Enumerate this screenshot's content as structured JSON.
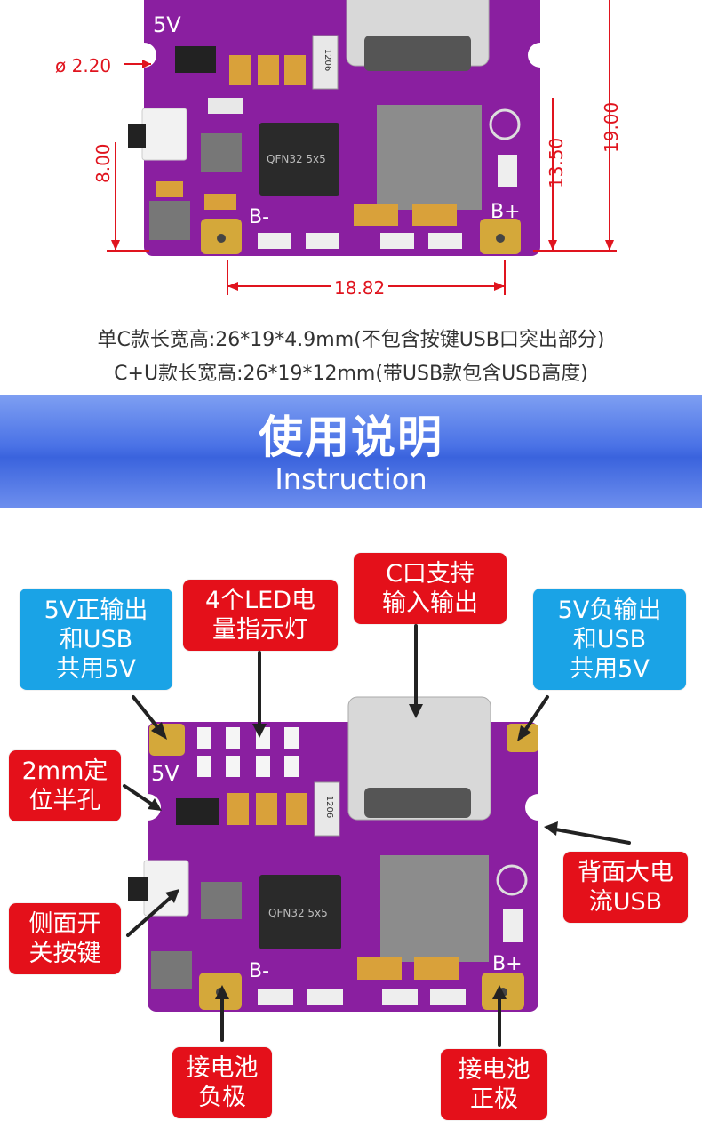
{
  "top_dimensions": {
    "pin_label_5v": "5V",
    "hole": "ø 2.20",
    "chip": "QFN32 5x5",
    "inductor_label": "1206",
    "b_minus": "B-",
    "b_plus": "B+",
    "left_height": "8.00",
    "right_height_small": "13.50",
    "right_height_large": "19.00",
    "bottom_width": "18.82"
  },
  "captions": [
    "单C款长宽高:26*19*4.9mm(不包含按键USB口突出部分)",
    "C+U款长宽高:26*19*12mm(带USB款包含USB高度)"
  ],
  "banner": {
    "title": "使用说明",
    "subtitle": "Instruction"
  },
  "bottom_board": {
    "pin_label_5v": "5V",
    "chip": "QFN32 5x5",
    "inductor_label": "1206",
    "b_minus": "B-",
    "b_plus": "B+"
  },
  "callouts": {
    "pos_5v": [
      "5V正输出",
      "和USB",
      "共用5V"
    ],
    "led": [
      "4个LED电",
      "量指示灯"
    ],
    "typec": [
      "C口支持",
      "输入输出"
    ],
    "neg_5v": [
      "5V负输出",
      "和USB",
      "共用5V"
    ],
    "hole": [
      "2mm定",
      "位半孔"
    ],
    "back": [
      "背面大电",
      "流USB"
    ],
    "switch": [
      "侧面开",
      "关按键"
    ],
    "bat_neg": [
      "接电池",
      "负极"
    ],
    "bat_pos": [
      "接电池",
      "正极"
    ]
  },
  "colors": {
    "pcb": "#8a1fa0",
    "callout_red": "#e4101a",
    "callout_blue": "#1aa3e6",
    "banner": "#4a72e6",
    "dimension": "#e0141e"
  }
}
